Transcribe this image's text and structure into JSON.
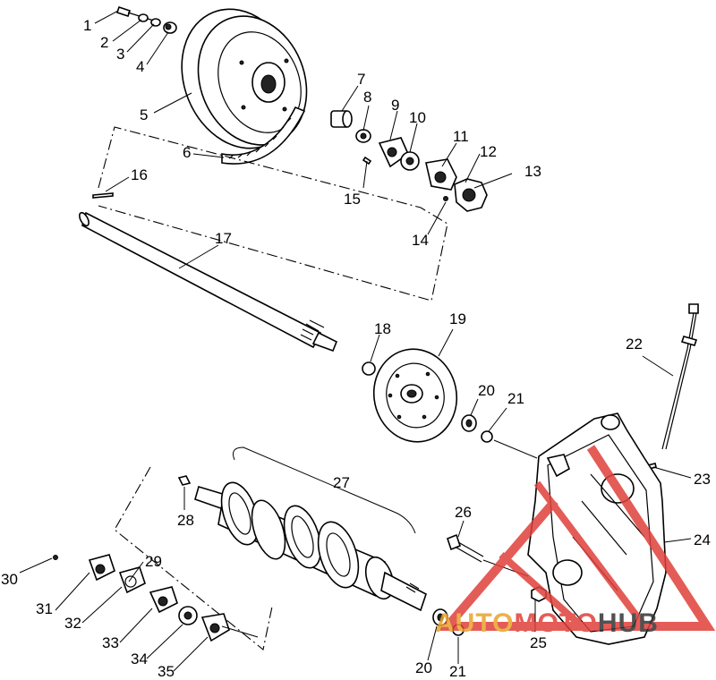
{
  "callouts": {
    "c1": "1",
    "c2": "2",
    "c3": "3",
    "c4": "4",
    "c5": "5",
    "c6": "6",
    "c7": "7",
    "c8": "8",
    "c9": "9",
    "c10": "10",
    "c11": "11",
    "c12": "12",
    "c13": "13",
    "c14": "14",
    "c15": "15",
    "c16": "16",
    "c17": "17",
    "c18": "18",
    "c19": "19",
    "c20a": "20",
    "c21a": "21",
    "c22": "22",
    "c23": "23",
    "c24": "24",
    "c25": "25",
    "c26": "26",
    "c27": "27",
    "c28": "28",
    "c29": "29",
    "c30": "30",
    "c31": "31",
    "c32": "32",
    "c33": "33",
    "c34": "34",
    "c35": "35",
    "c20b": "20",
    "c21b": "21"
  },
  "watermark": {
    "text_left": "AUTO",
    "text_mid": "MOTO",
    "text_right": "HUB",
    "color_red": "#e0403a",
    "color_gold": "#e8a42a"
  }
}
